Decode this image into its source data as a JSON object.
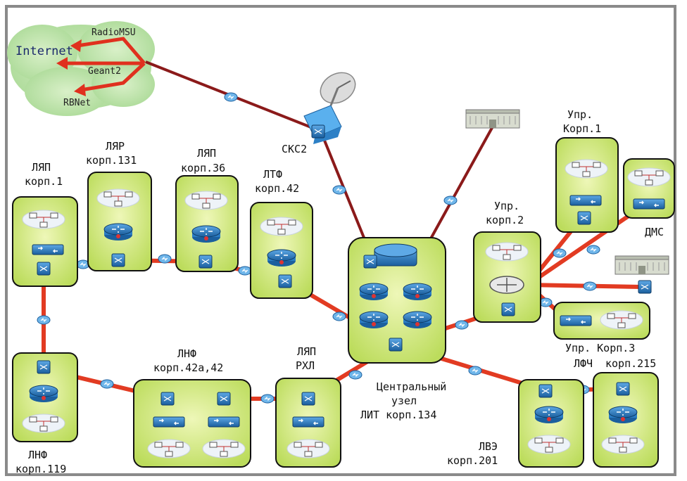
{
  "cloud": {
    "internet": "Internet",
    "links": [
      "RadioMSU",
      "Geant2",
      "RBNet"
    ]
  },
  "skc2": "СКС2",
  "central": [
    "Центральный",
    "узел",
    "ЛИТ корп.134"
  ],
  "groups": {
    "lyap1": [
      "ЛЯП",
      "корп.1"
    ],
    "lyar131": [
      "ЛЯР",
      "корп.131"
    ],
    "lyap36": [
      "ЛЯП",
      "корп.36"
    ],
    "ltf42": [
      "ЛТФ",
      "корп.42"
    ],
    "upr_korp1": [
      "Упр.",
      "Корп.1"
    ],
    "dms": "ДМС",
    "upr_korp2": [
      "Упр.",
      "корп.2"
    ],
    "upr_korp3": "Упр. Корп.3",
    "lfch": [
      "ЛФЧ",
      "корп.215"
    ],
    "lve": [
      "ЛВЭ",
      "корп.201"
    ],
    "lyap_rkhl": [
      "ЛЯП",
      "РХЛ"
    ],
    "lnf42a": [
      "ЛНФ",
      "корп.42а,42"
    ],
    "lnf119": [
      "ЛНФ",
      "корп.119"
    ]
  },
  "colors": {
    "link": "#e23b22",
    "uplink": "#8b1a1a",
    "group_fill": "#d6ec86",
    "device": "#1f6fb5",
    "arrow": "#e0301e"
  }
}
